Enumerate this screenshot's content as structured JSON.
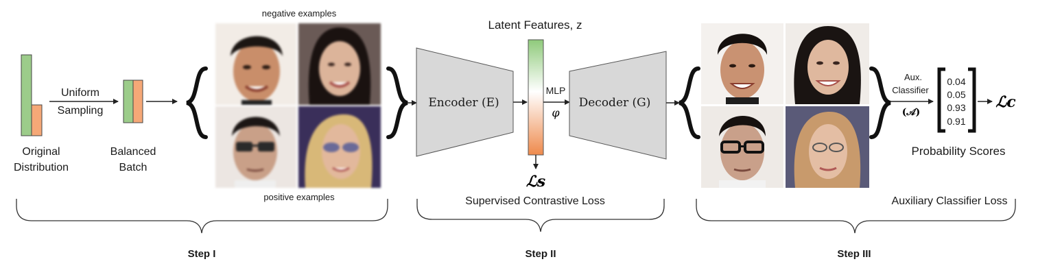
{
  "colors": {
    "green_bar": "#9ccc8a",
    "orange_bar": "#f5a877",
    "trapezoid_fill": "#d8d8d8",
    "latent_top": "#8fca7b",
    "latent_bottom": "#ee8a4c"
  },
  "step1": {
    "original_distribution": [
      "Original",
      "Distribution"
    ],
    "uniform_sampling": [
      "Uniform",
      "Sampling"
    ],
    "balanced_batch": [
      "Balanced",
      "Batch"
    ],
    "negative_examples": "negative examples",
    "positive_examples": "positive examples",
    "step_label": "Step I"
  },
  "step2": {
    "latent_features": "Latent Features, z",
    "encoder": "Encoder (E)",
    "decoder": "Decoder (G)",
    "mlp": "MLP",
    "phi": "φ",
    "loss_s": "ℒs",
    "caption": "Supervised Contrastive Loss",
    "step_label": "Step II"
  },
  "step3": {
    "aux_classifier": [
      "Aux.",
      "Classifier",
      "(𝒜)"
    ],
    "scores": [
      "0.04",
      "0.05",
      "0.93",
      "0.91"
    ],
    "loss_c": "ℒc",
    "probability_scores": "Probability Scores",
    "caption": "Auxiliary Classifier Loss",
    "step_label": "Step III"
  },
  "faces": [
    {
      "name": "face-negative-male-blurry",
      "icon": "person-face-icon"
    },
    {
      "name": "face-negative-female-blurry",
      "icon": "person-face-icon"
    },
    {
      "name": "face-positive-male-glasses-blurry",
      "icon": "person-face-with-glasses-icon"
    },
    {
      "name": "face-positive-female-sunglasses-blurry",
      "icon": "person-face-with-glasses-icon"
    },
    {
      "name": "face-negative-male-sharp",
      "icon": "person-face-icon"
    },
    {
      "name": "face-negative-female-sharp",
      "icon": "person-face-icon"
    },
    {
      "name": "face-positive-male-glasses-sharp",
      "icon": "person-face-with-glasses-icon"
    },
    {
      "name": "face-positive-female-glasses-sharp",
      "icon": "person-face-with-glasses-icon"
    }
  ]
}
